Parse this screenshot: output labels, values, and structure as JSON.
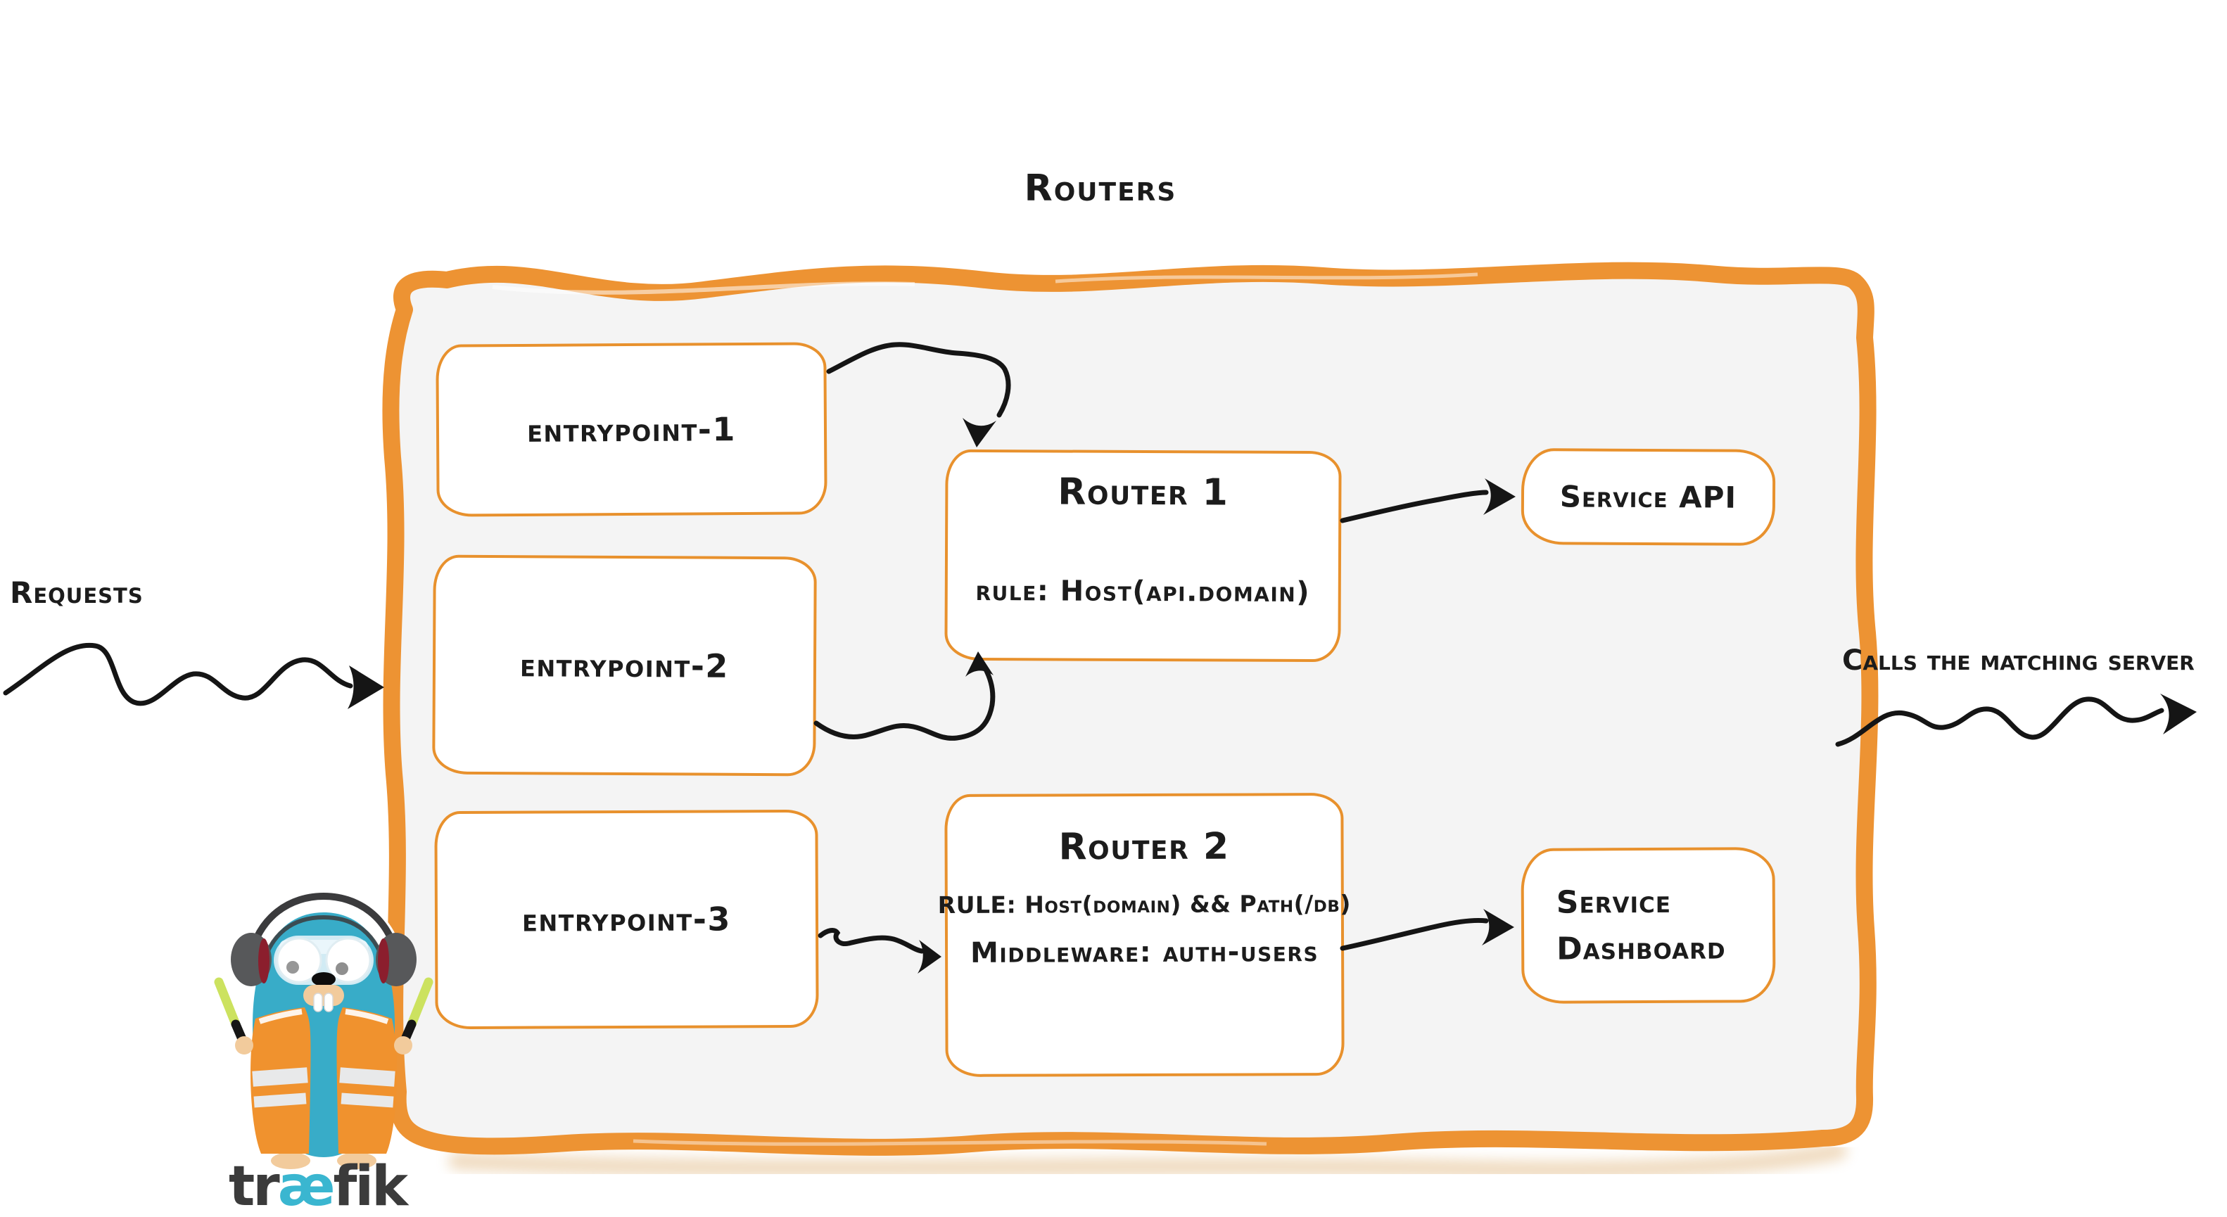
{
  "title": "Routers",
  "side_labels": {
    "requests": "Requests",
    "calls_matching_server": "Calls the matching server"
  },
  "entrypoints": [
    {
      "label": "entrypoint-1"
    },
    {
      "label": "entrypoint-2"
    },
    {
      "label": "entrypoint-3"
    }
  ],
  "routers": [
    {
      "title": "Router 1",
      "rule": "rule: Host(api.domain)"
    },
    {
      "title": "Router 2",
      "rule": "RULE: Host(domain) && Path(/db)",
      "middleware": "Middleware: auth-users"
    }
  ],
  "services": [
    {
      "label": "Service API"
    },
    {
      "line1": "Service",
      "line2": "Dashboard"
    }
  ],
  "logo": {
    "tr": "tr",
    "ae": "æ",
    "fik": "fik"
  },
  "colors": {
    "panel_border": "#ED9333",
    "node_border": "#E8912D",
    "panel_fill": "#F4F4F4",
    "ink": "#151515",
    "gopher_teal": "#38ACC8",
    "vest_orange": "#F0922E",
    "logo_teal": "#3AB6D0",
    "logo_gray": "#3B3B3B"
  }
}
